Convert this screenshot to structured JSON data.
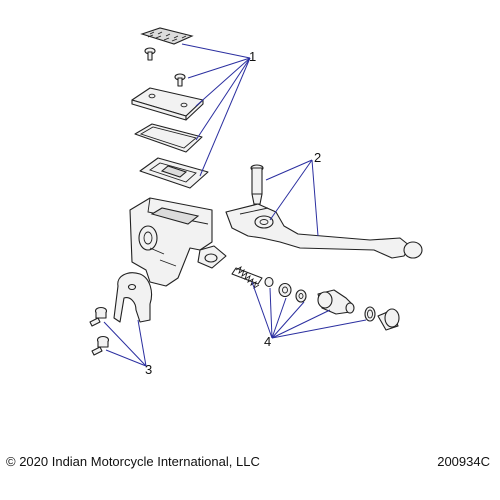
{
  "callouts": [
    "1",
    "2",
    "3",
    "4"
  ],
  "footer": {
    "copyright": "© 2020 Indian Motorcycle International, LLC",
    "drawing_number": "200934C"
  },
  "colors": {
    "callout_line": "#2b2fa0",
    "part_fill": "#f2f2f2",
    "outline": "#222222"
  }
}
